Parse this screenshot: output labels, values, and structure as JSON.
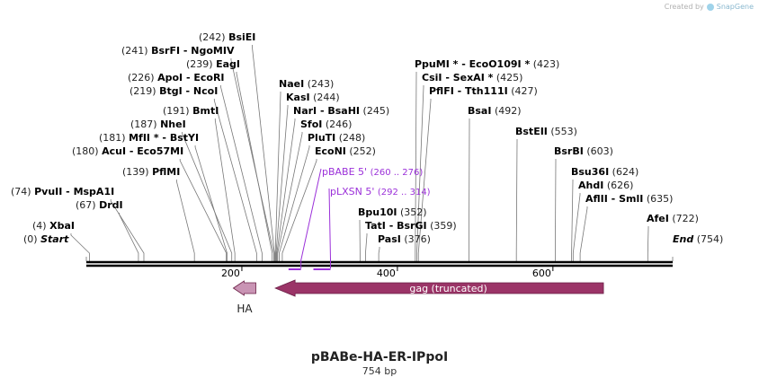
{
  "header": {
    "credit_prefix": "Created by",
    "credit_brand": "SnapGene"
  },
  "plasmid": {
    "name": "pBABe-HA-ER-IPpoI",
    "length_label": "754 bp",
    "total_bp": 754
  },
  "axis": {
    "ticks": [
      {
        "value": 200,
        "label": "200"
      },
      {
        "value": 400,
        "label": "400"
      },
      {
        "value": 600,
        "label": "600"
      }
    ]
  },
  "sites": [
    {
      "name": "Start",
      "pos": "(0)",
      "bp": 0,
      "italic": true
    },
    {
      "name": "XbaI",
      "pos": "(4)",
      "bp": 4
    },
    {
      "name": "DrdI",
      "pos": "(67)",
      "bp": 67
    },
    {
      "name": "PvuII - MspA1I",
      "pos": "(74)",
      "bp": 74
    },
    {
      "name": "PflMI",
      "pos": "(139)",
      "bp": 139
    },
    {
      "name": "AcuI - Eco57MI",
      "pos": "(180)",
      "bp": 180
    },
    {
      "name": "MfII * - BstYI",
      "pos": "(181)",
      "bp": 181
    },
    {
      "name": "NheI",
      "pos": "(187)",
      "bp": 187
    },
    {
      "name": "BmtI",
      "pos": "(191)",
      "bp": 191
    },
    {
      "name": "BtgI - NcoI",
      "pos": "(219)",
      "bp": 219
    },
    {
      "name": "ApoI - EcoRI",
      "pos": "(226)",
      "bp": 226
    },
    {
      "name": "EagI",
      "pos": "(239)",
      "bp": 239
    },
    {
      "name": "BsrFI - NgoMIV",
      "pos": "(241)",
      "bp": 241
    },
    {
      "name": "BsiEI",
      "pos": "(242)",
      "bp": 242
    },
    {
      "name": "NaeI",
      "pos": "(243)",
      "bp": 243
    },
    {
      "name": "KasI",
      "pos": "(244)",
      "bp": 244
    },
    {
      "name": "NarI - BsaHI",
      "pos": "(245)",
      "bp": 245
    },
    {
      "name": "SfoI",
      "pos": "(246)",
      "bp": 246
    },
    {
      "name": "PluTI",
      "pos": "(248)",
      "bp": 248
    },
    {
      "name": "EcoNI",
      "pos": "(252)",
      "bp": 252
    },
    {
      "name": "Bpu10I",
      "pos": "(352)",
      "bp": 352
    },
    {
      "name": "TatI - BsrGI",
      "pos": "(359)",
      "bp": 359
    },
    {
      "name": "PasI",
      "pos": "(376)",
      "bp": 376
    },
    {
      "name": "PflFI - Tth111I",
      "pos": "(427)",
      "bp": 427
    },
    {
      "name": "CsiI - SexAI *",
      "pos": "(425)",
      "bp": 425
    },
    {
      "name": "PpuMI * - EcoO109I *",
      "pos": "(423)",
      "bp": 423
    },
    {
      "name": "BsaI",
      "pos": "(492)",
      "bp": 492
    },
    {
      "name": "BstEII",
      "pos": "(553)",
      "bp": 553
    },
    {
      "name": "BsrBI",
      "pos": "(603)",
      "bp": 603
    },
    {
      "name": "Bsu36I",
      "pos": "(624)",
      "bp": 624
    },
    {
      "name": "AhdI",
      "pos": "(626)",
      "bp": 626
    },
    {
      "name": "AflII - SmlI",
      "pos": "(635)",
      "bp": 635
    },
    {
      "name": "AfeI",
      "pos": "(722)",
      "bp": 722
    },
    {
      "name": "End",
      "pos": "(754)",
      "bp": 754,
      "italic": true
    }
  ],
  "primers": [
    {
      "name": "pBABE 5'",
      "range": "(260 .. 276)",
      "start": 260,
      "end": 276
    },
    {
      "name": "pLXSN 5'",
      "range": "(292 .. 314)",
      "start": 292,
      "end": 314
    }
  ],
  "features": [
    {
      "name": "HA",
      "start": 189,
      "end": 218,
      "direction": "left",
      "label_position": "below",
      "color": "#c994b4"
    },
    {
      "name": "gag (truncated)",
      "start": 243,
      "end": 665,
      "direction": "left",
      "label_position": "inside",
      "color": "#9b3467"
    }
  ],
  "colors": {
    "primer": "#9b30d9",
    "backbone": "#000000",
    "site_line": "#777777",
    "site_label": "#000000"
  }
}
